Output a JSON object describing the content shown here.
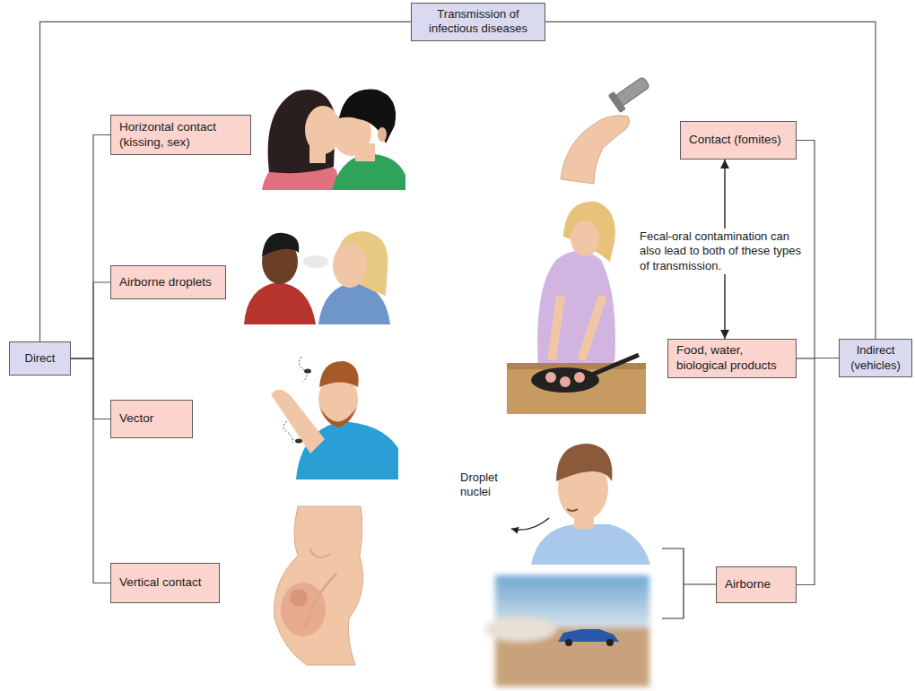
{
  "diagram": {
    "nodes": [
      {
        "text": [
          "Transmission of infectious diseases"
        ]
      },
      {
        "text": [
          "Direct"
        ]
      },
      {
        "text": [
          "Horizontal contact (kissing, sex)"
        ]
      },
      {
        "text": [
          "Airborne droplets"
        ]
      },
      {
        "text": [
          "Vector"
        ]
      },
      {
        "text": [
          "Vertical contact"
        ]
      },
      {
        "text": [
          "Contact (fomites)"
        ]
      },
      {
        "text": [
          "Food, water, biological products"
        ]
      },
      {
        "text": [
          "Indirect (vehicles)"
        ]
      },
      {
        "text": [
          "Airborne"
        ]
      }
    ],
    "edges": [
      {
        "from": 0,
        "to": 1,
        "arrow": "none"
      },
      {
        "from": 0,
        "to": 8,
        "arrow": "none"
      },
      {
        "from": 1,
        "to": 2,
        "arrow": "none"
      },
      {
        "from": 1,
        "to": 3,
        "arrow": "none"
      },
      {
        "from": 1,
        "to": 4,
        "arrow": "none"
      },
      {
        "from": 1,
        "to": 5,
        "arrow": "none"
      },
      {
        "from": 8,
        "to": 6,
        "arrow": "none"
      },
      {
        "from": 8,
        "to": 7,
        "arrow": "none"
      },
      {
        "from": 8,
        "to": 9,
        "arrow": "none"
      },
      {
        "from": 6,
        "to": 7,
        "arrow": "both"
      }
    ],
    "labels": [
      "Fecal-oral contamination can also lead to both of these types of transmission.",
      "Droplet nuclei"
    ]
  }
}
